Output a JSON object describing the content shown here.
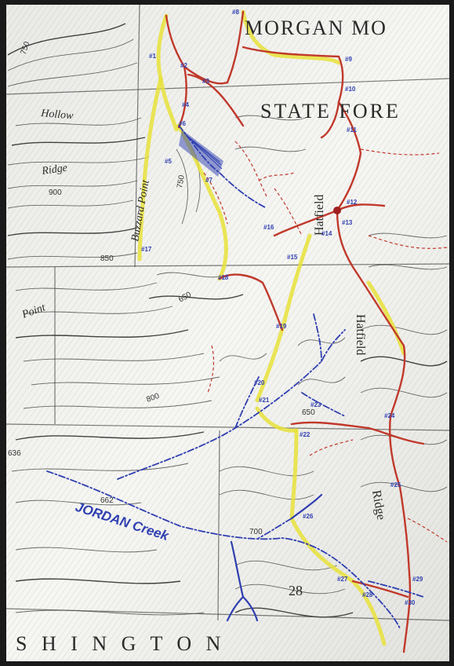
{
  "labels": {
    "morgan": "MORGAN  MO",
    "state_forest": "STATE  FORE",
    "hollow": "Hollow",
    "ridge_left": "Ridge",
    "buzzard_point": "Buzzard Point",
    "point": "Point",
    "hatfield_upper": "Hatfield",
    "hatfield_lower": "Hatfield",
    "ridge_right": "Ridge",
    "washington": "S   H   I   N   G   T   O   N",
    "section": "28",
    "jordan_creek": "JORDAN Creek"
  },
  "elevations": {
    "e750_top": "750",
    "e900": "900",
    "e750_mid": "750",
    "e850": "850",
    "e650": "650",
    "e800": "800",
    "e650_right": "650",
    "e636": "636",
    "e662": "662",
    "e700": "700"
  },
  "markers": [
    "#1",
    "#2",
    "#3",
    "#4",
    "#5",
    "#6",
    "#7",
    "#8",
    "#9",
    "#10",
    "#11",
    "#12",
    "#13",
    "#14",
    "#15",
    "#16",
    "#17",
    "#18",
    "#19",
    "#20",
    "#21",
    "#22",
    "#23",
    "#24",
    "#25",
    "#26",
    "#27",
    "#28",
    "#29",
    "#30"
  ],
  "colors": {
    "trail_red": "#c0392b",
    "trail_yellow": "#e8e23a",
    "stream_blue": "#2f3fb0"
  }
}
